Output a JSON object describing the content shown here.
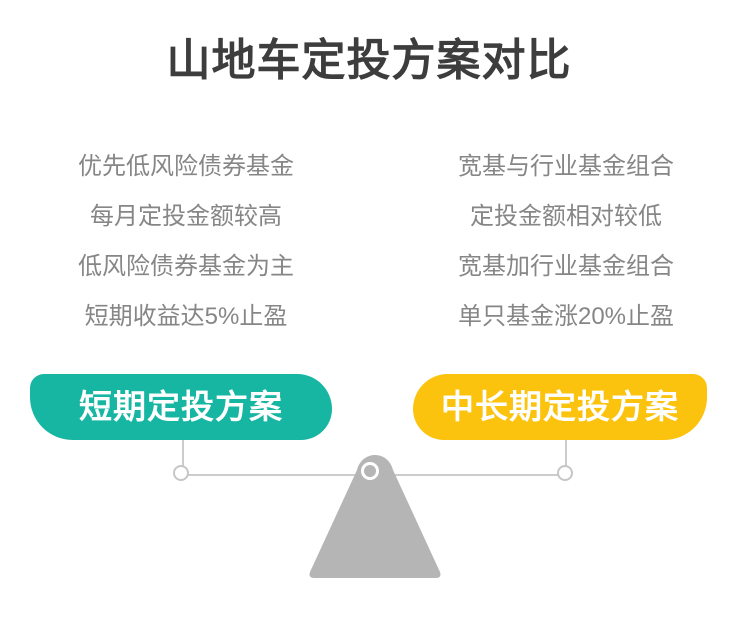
{
  "page": {
    "title": "山地车定投方案对比",
    "background_color": "#ffffff",
    "title_color": "#3d3d3d",
    "body_text_color": "#868686"
  },
  "comparison": {
    "left_plan": {
      "label": "短期定投方案",
      "accent_color": "#17b6a3",
      "items": [
        "优先低风险债券基金",
        "每月定投金额较高",
        "低风险债券基金为主",
        "短期收益达5%止盈"
      ]
    },
    "right_plan": {
      "label": "中长期定投方案",
      "accent_color": "#fbc30d",
      "items": [
        "宽基与行业基金组合",
        "定投金额相对较低",
        "宽基加行业基金组合",
        "单只基金涨20%止盈"
      ]
    }
  },
  "scale_graphic": {
    "fulcrum_color": "#b5b5b5",
    "beam_color": "#cccccc",
    "dot_fill_color": "#ffffff",
    "pivot_ring_color": "#ffffff"
  }
}
